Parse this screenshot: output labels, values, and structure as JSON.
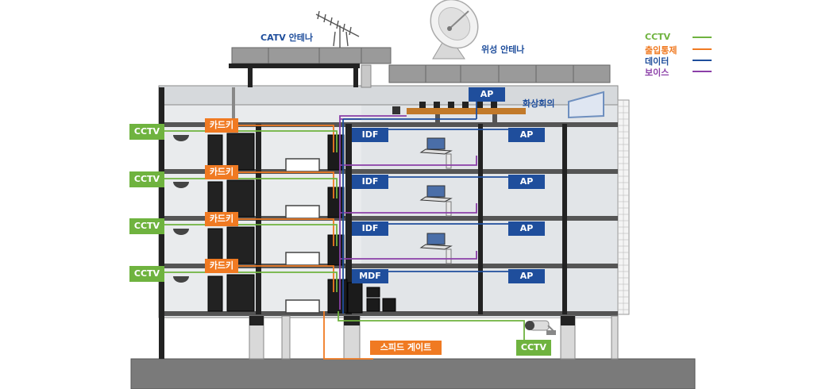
{
  "legend": [
    {
      "label": "CCTV",
      "color": "#6fb33f"
    },
    {
      "label": "출입통제",
      "color": "#f07a22"
    },
    {
      "label": "데이터",
      "color": "#1f4e9c"
    },
    {
      "label": "보이스",
      "color": "#8b3fa8"
    }
  ],
  "antennas": {
    "catv": "CATV 안테나",
    "satellite": "위성 안테나"
  },
  "rooftop": {
    "ap": "AP",
    "conference": "화상회의"
  },
  "floors": [
    {
      "cctv": "CCTV",
      "card_key": "카드키",
      "closet": "IDF",
      "ap": "AP"
    },
    {
      "cctv": "CCTV",
      "card_key": "카드키",
      "closet": "IDF",
      "ap": "AP"
    },
    {
      "cctv": "CCTV",
      "card_key": "카드키",
      "closet": "IDF",
      "ap": "AP"
    },
    {
      "cctv": "CCTV",
      "card_key": "카드키",
      "closet": "MDF",
      "ap": "AP"
    }
  ],
  "ground": {
    "speed_gate": "스피드 게이트",
    "outdoor_cctv": "CCTV"
  }
}
